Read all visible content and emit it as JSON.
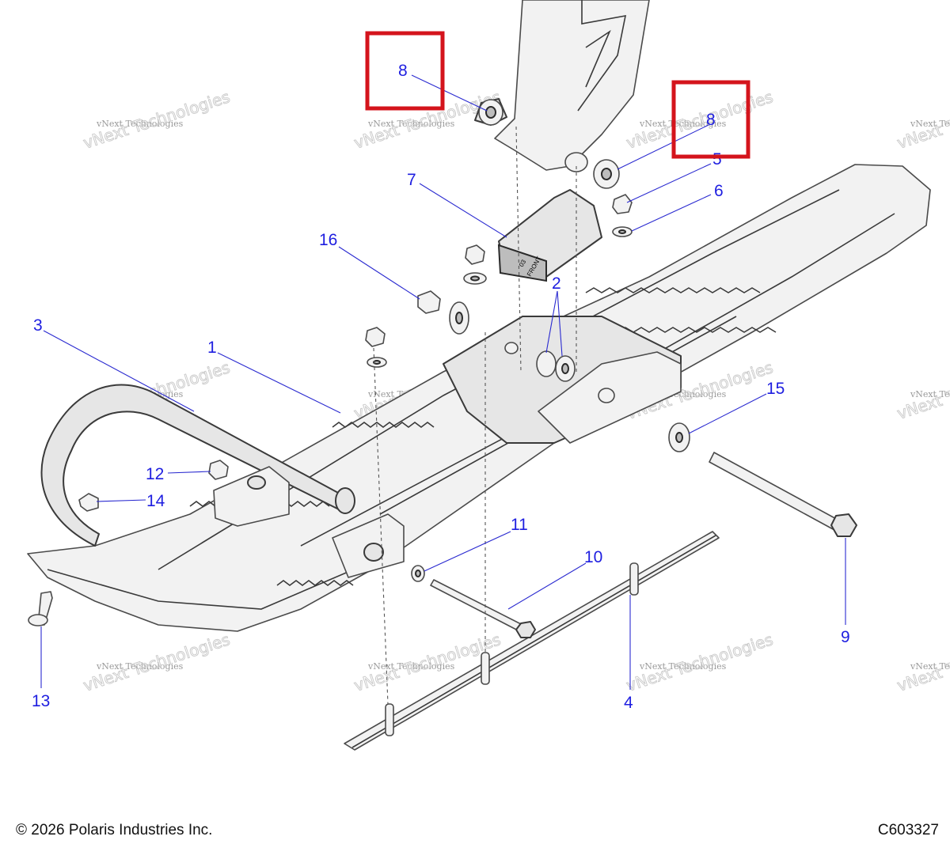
{
  "copyright": "© 2026 Polaris Industries Inc.",
  "diagram_id": "C603327",
  "watermark": {
    "line1": "vNext Technologies",
    "line2": "vNext Technologies"
  },
  "part_marking": {
    "line1": "03",
    "line2": "FRONT"
  },
  "callouts": {
    "c1": "1",
    "c2": "2",
    "c3": "3",
    "c4": "4",
    "c5": "5",
    "c6": "6",
    "c7": "7",
    "c8a": "8",
    "c8b": "8",
    "c9": "9",
    "c10": "10",
    "c11": "11",
    "c12": "12",
    "c13": "13",
    "c14": "14",
    "c15": "15",
    "c16": "16"
  },
  "highlight_color": "#d4141c",
  "callout_color": "#1e1ee0"
}
